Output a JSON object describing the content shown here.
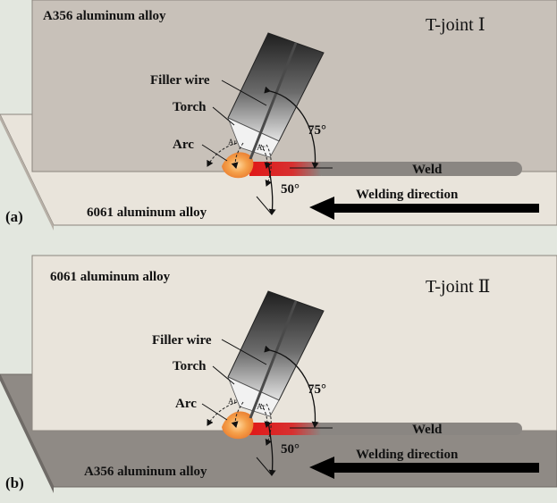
{
  "panel_a": {
    "panel_label": "(a)",
    "title": "T-joint Ⅰ",
    "top_plate_label": "A356 aluminum alloy",
    "bottom_plate_label": "6061 aluminum alloy",
    "filler_wire_label": "Filler wire",
    "torch_label": "Torch",
    "arc_label": "Arc",
    "shield_gas_left": "Ar",
    "shield_gas_right": "Ar",
    "torch_angle": "75°",
    "work_angle": "50°",
    "weld_label": "Weld",
    "direction_label": "Welding direction"
  },
  "panel_b": {
    "panel_label": "(b)",
    "title": "T-joint Ⅱ",
    "top_plate_label": "6061 aluminum alloy",
    "bottom_plate_label": "A356 aluminum alloy",
    "filler_wire_label": "Filler wire",
    "torch_label": "Torch",
    "arc_label": "Arc",
    "shield_gas_left": "Ar",
    "shield_gas_right": "Ar",
    "torch_angle": "75°",
    "work_angle": "50°",
    "weld_label": "Weld",
    "direction_label": "Welding direction"
  },
  "colors": {
    "vertical_plate": "#c8c1b9",
    "base_plate_light": "#e9e4db",
    "base_plate_dark": "#8f8a85",
    "weld_bead": "#8a8682",
    "arc_orange": "#f08a3a",
    "hot_weld": "#e02020",
    "arrow": "#000000"
  }
}
